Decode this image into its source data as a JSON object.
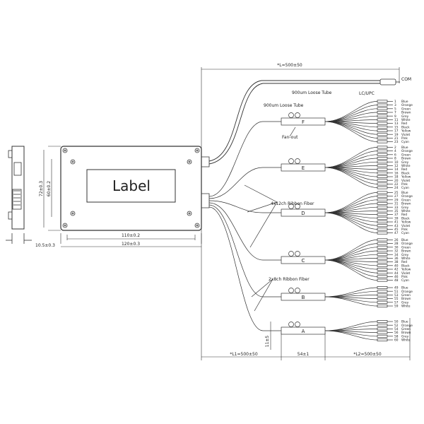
{
  "labels": {
    "label_box": "Label",
    "com": "COM",
    "lc_upc": "LC/UPC",
    "loose_tube_top": "900um Loose Tube",
    "loose_tube_left": "900um Loose Tube",
    "fan_out": "Fan-out",
    "ribbon_4x12": "4x12ch Ribbon Fiber",
    "ribbon_2x8": "2x8ch Ribbon Fiber"
  },
  "dimensions": {
    "total_length": "*L=500±50",
    "height_outer": "72±0.3",
    "height_inner": "60±0.2",
    "width_inner": "110±0.2",
    "width_outer": "120±0.3",
    "thickness": "10.5±0.3",
    "l1": "*L1=500±50",
    "fanout_len": "54±1",
    "l2": "*L2=500±50",
    "fanout_width": "11±5"
  },
  "modules": [
    {
      "letter": "F",
      "numbers": [
        "1",
        "3",
        "5",
        "7",
        "9",
        "11",
        "13",
        "15",
        "17",
        "19",
        "21",
        "23"
      ],
      "colors": [
        "Blue",
        "Orange",
        "Green",
        "Brown",
        "Grey",
        "White",
        "Red",
        "Black",
        "Yellow",
        "Violet",
        "Pink",
        "Cyan"
      ]
    },
    {
      "letter": "E",
      "numbers": [
        "2",
        "4",
        "6",
        "8",
        "10",
        "12",
        "14",
        "16",
        "18",
        "20",
        "22",
        "24"
      ],
      "colors": [
        "Blue",
        "Orange",
        "Green",
        "Brown",
        "Grey",
        "White",
        "Red",
        "Black",
        "Yellow",
        "Violet",
        "Pink",
        "Cyan"
      ]
    },
    {
      "letter": "D",
      "numbers": [
        "25",
        "27",
        "29",
        "31",
        "33",
        "35",
        "37",
        "39",
        "41",
        "43",
        "45",
        "47"
      ],
      "colors": [
        "Blue",
        "Orange",
        "Green",
        "Brown",
        "Grey",
        "White",
        "Red",
        "Black",
        "Yellow",
        "Violet",
        "Pink",
        "Cyan"
      ]
    },
    {
      "letter": "C",
      "numbers": [
        "26",
        "28",
        "30",
        "32",
        "34",
        "36",
        "38",
        "40",
        "42",
        "44",
        "46",
        "48"
      ],
      "colors": [
        "Blue",
        "Orange",
        "Green",
        "Brown",
        "Grey",
        "White",
        "Red",
        "Black",
        "Yellow",
        "Violet",
        "Pink",
        "Cyan"
      ]
    },
    {
      "letter": "B",
      "numbers": [
        "49",
        "51",
        "53",
        "55",
        "57",
        "59"
      ],
      "colors": [
        "Blue",
        "Orange",
        "Green",
        "Brown",
        "Grey",
        "White"
      ]
    },
    {
      "letter": "A",
      "numbers": [
        "50",
        "52",
        "54",
        "56",
        "58",
        "60"
      ],
      "colors": [
        "Blue",
        "Orange",
        "Green",
        "Brown",
        "Grey",
        "White"
      ]
    }
  ]
}
